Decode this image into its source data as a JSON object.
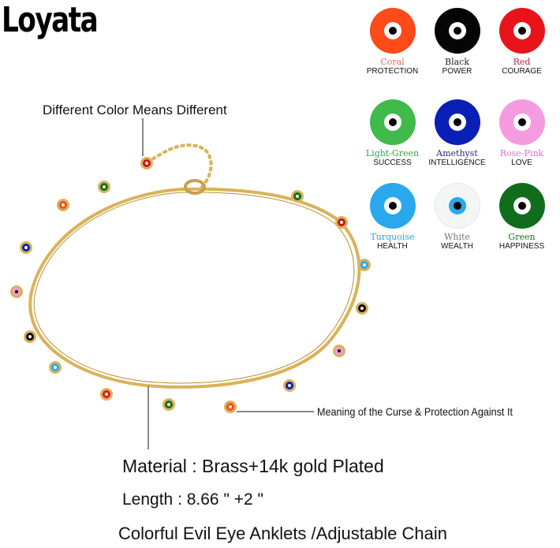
{
  "brand": {
    "name": "Loyata"
  },
  "eye_colors": [
    {
      "name": "Coral",
      "meaning": "PROTECTION",
      "disc_color": "#ff4a1a",
      "name_color": "#e0705a"
    },
    {
      "name": "Black",
      "meaning": "POWER",
      "disc_color": "#050505",
      "name_color": "#222222"
    },
    {
      "name": "Red",
      "meaning": "COURAGE",
      "disc_color": "#e8141b",
      "name_color": "#c81e3a"
    },
    {
      "name": "Light-Green",
      "meaning": "SUCCESS",
      "disc_color": "#3fba4b",
      "name_color": "#3a9a4a"
    },
    {
      "name": "Amethyst",
      "meaning": "INTELLIGENCE",
      "disc_color": "#0a1fb8",
      "name_color": "#2a2a7a"
    },
    {
      "name": "Rose-Pink",
      "meaning": "LOVE",
      "disc_color": "#f59be0",
      "name_color": "#e070c8"
    },
    {
      "name": "Turquoise",
      "meaning": "HEALTH",
      "disc_color": "#2aa8ec",
      "name_color": "#1fa8d8"
    },
    {
      "name": "White",
      "meaning": "WEALTH",
      "disc_color": "#f4f6f6",
      "name_color": "#777777"
    },
    {
      "name": "Green",
      "meaning": "HAPPINESS",
      "disc_color": "#0f6d1c",
      "name_color": "#1f6a2a"
    }
  ],
  "callouts": {
    "color_meaning": "Different Color Means Different",
    "curse_meaning": "Meaning of the Curse & Protection Against It"
  },
  "specs": {
    "material": "Material :  Brass+14k gold Plated",
    "length": "Length : 8.66 \" +2 \"",
    "description": "Colorful Evil Eye Anklets /Adjustable Chain"
  },
  "colors": {
    "gold": "#d9b25a",
    "gold_dark": "#b8902f"
  }
}
